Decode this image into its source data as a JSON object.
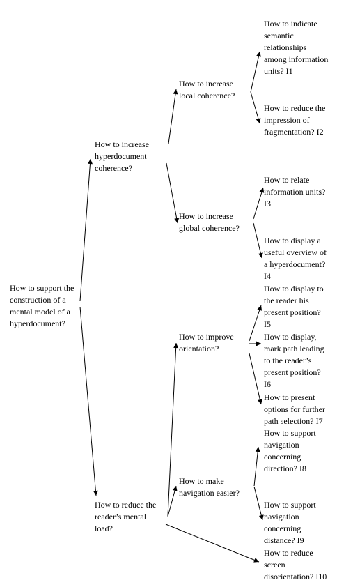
{
  "diagram": {
    "root": "How to support the\nconstruction of a\nmental model of a\nhyperdocument?",
    "coherence": "How to increase\nhyperdocument\ncoherence?",
    "mental_load": "How to reduce the\nreader’s mental\nload?",
    "local_coherence": "How to increase\nlocal coherence?",
    "global_coherence": "How to increase\nglobal coherence?",
    "orientation": "How to improve\norientation?",
    "navigation": "How to make\nnavigation easier?",
    "i1": "How to indicate\nsemantic\nrelationships\namong information\nunits? I1",
    "i2": "How to reduce the\nimpression of\nfragmentation? I2",
    "i3": "How to relate\ninformation units?\nI3",
    "i4": "How to display a\nuseful overview of\na hyperdocument?\nI4",
    "i5": "How to display to\nthe reader his\npresent position?\nI5",
    "i6": "How to display,\nmark path leading\nto the reader’s\npresent position?\nI6",
    "i7": "How to present\noptions for further\npath selection? I7",
    "i8": "How to support\nnavigation\nconcerning\ndirection? I8",
    "i9": "How to support\nnavigation\nconcerning\ndistance? I9",
    "i10": "How to reduce\nscreen\ndisorientation? I10"
  }
}
